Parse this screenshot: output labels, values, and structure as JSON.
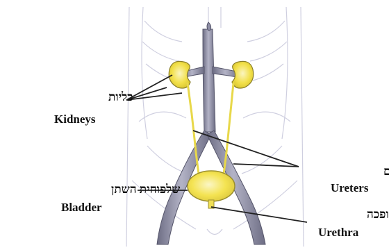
{
  "labels": {
    "kidneys": {
      "hebrew": "כליות",
      "english": "Kidneys"
    },
    "ureters": {
      "hebrew": "שופכנים",
      "english": "Ureters"
    },
    "bladder": {
      "hebrew": "שלפוחית השתן",
      "english": "Bladder"
    },
    "urethra": {
      "hebrew": "שופכה",
      "english": "Urethra"
    }
  },
  "colors": {
    "body_outline": "#c9c9dc",
    "vessel_fill": "#8f8fa6",
    "vessel_stroke": "#5d5d72",
    "organ_yellow": "#f3e24a",
    "organ_light": "#f8f2b0",
    "leader_line": "#222222"
  }
}
